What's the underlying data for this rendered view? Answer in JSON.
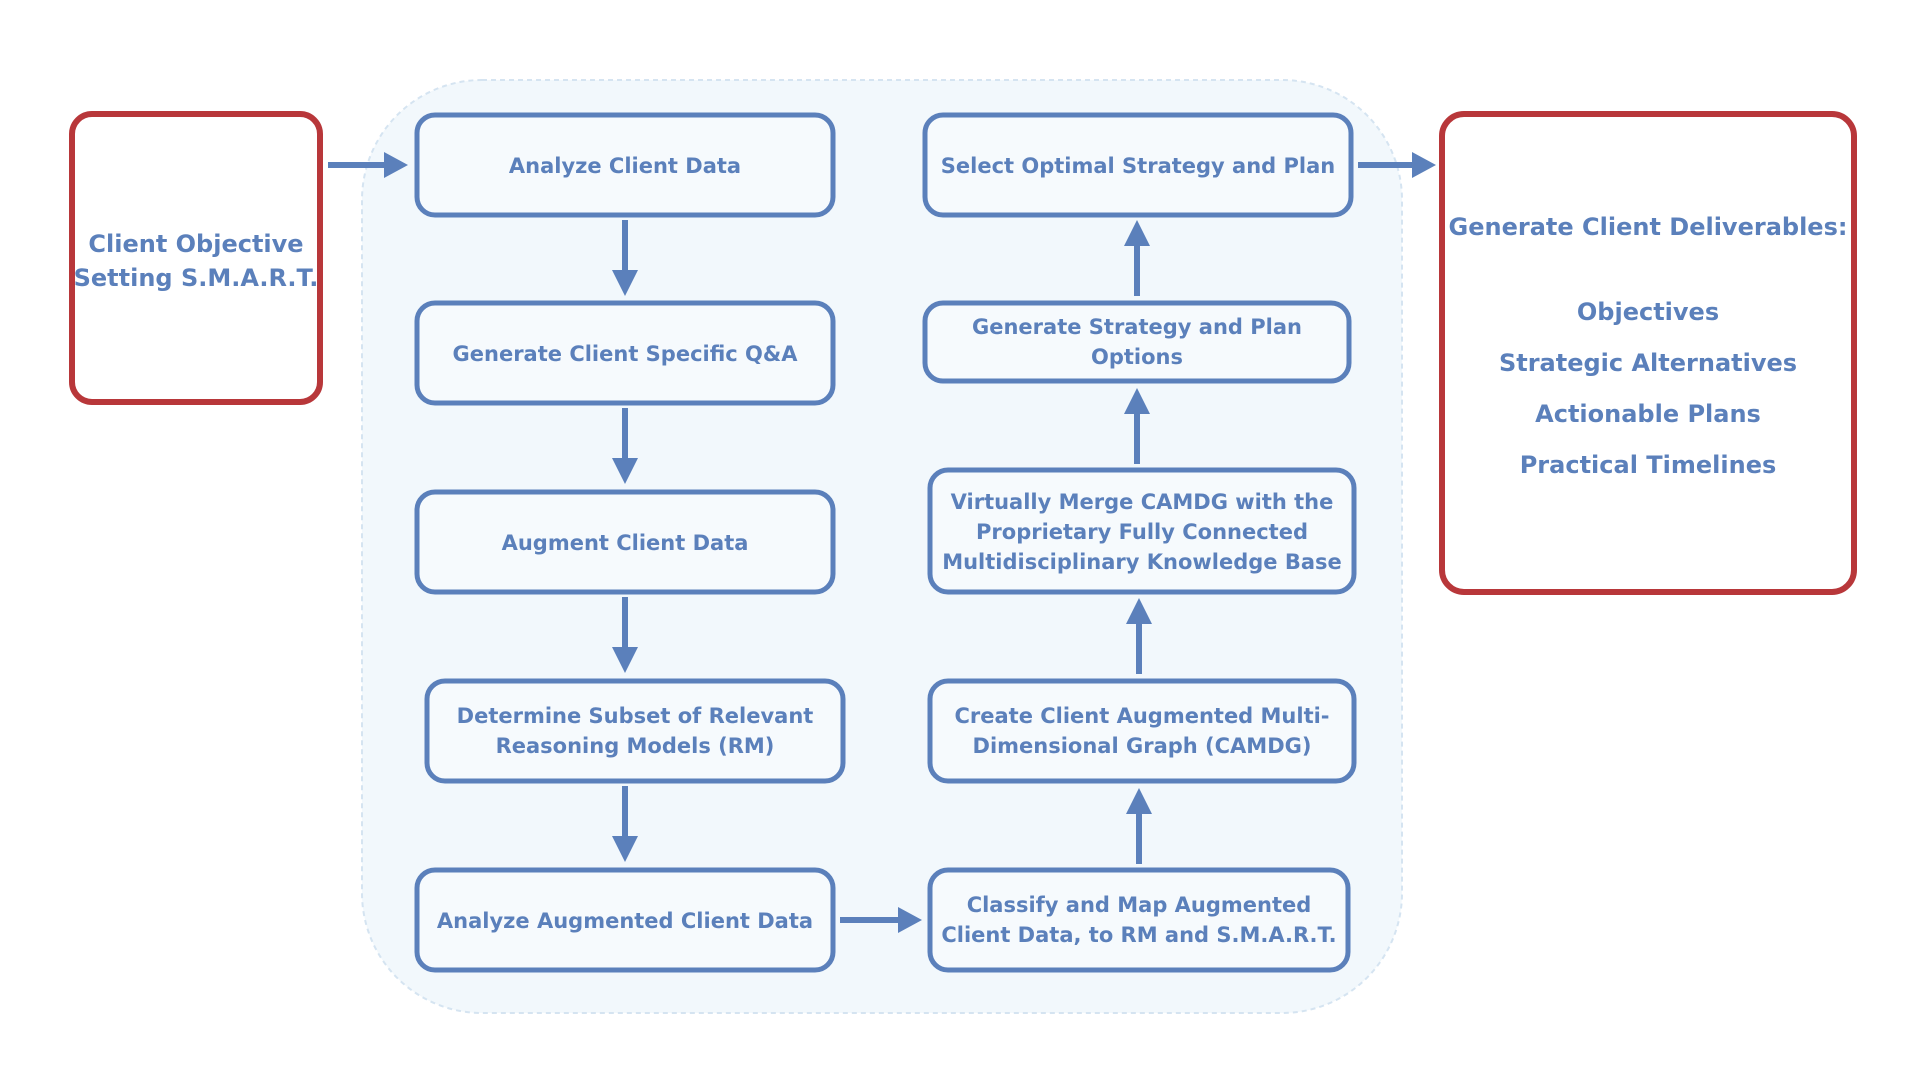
{
  "input": {
    "lines": [
      "Client Objective",
      "Setting S.M.A.R.T."
    ]
  },
  "steps": {
    "analyze_client_data": [
      "Analyze Client Data"
    ],
    "generate_qa": [
      "Generate Client Specific Q&A"
    ],
    "augment_client_data": [
      "Augment Client Data"
    ],
    "determine_subset": [
      "Determine Subset of Relevant",
      "Reasoning Models (RM)"
    ],
    "analyze_augmented": [
      "Analyze Augmented Client Data"
    ],
    "classify_map": [
      "Classify and Map Augmented",
      "Client Data, to  RM and S.M.A.R.T."
    ],
    "create_camdg": [
      "Create Client Augmented  Multi-",
      "Dimensional Graph (CAMDG)"
    ],
    "merge_camdg": [
      "Virtually Merge CAMDG with the",
      "Proprietary Fully Connected",
      "Multidisciplinary Knowledge Base"
    ],
    "generate_options": [
      "Generate Strategy and Plan",
      "Options"
    ],
    "select_optimal": [
      "Select Optimal Strategy and Plan"
    ]
  },
  "output": {
    "heading": "Generate Client Deliverables:",
    "items": [
      "Objectives",
      "Strategic Alternatives",
      "Actionable Plans",
      "Practical Timelines"
    ]
  },
  "colors": {
    "step_stroke": "#5b80bb",
    "io_stroke": "#b8373a",
    "area_fill": "#f2f8fc",
    "text": "#5b80bb"
  }
}
